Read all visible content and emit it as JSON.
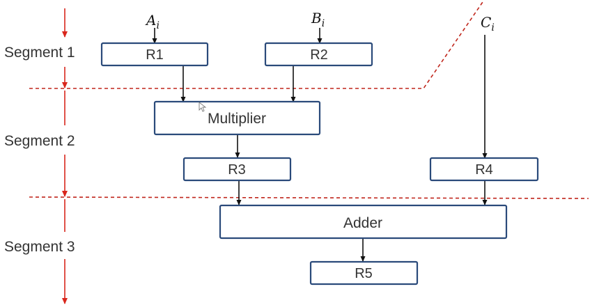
{
  "segments": {
    "s1": "Segment 1",
    "s2": "Segment 2",
    "s3": "Segment 3"
  },
  "inputs": {
    "a": {
      "letter": "A",
      "sub": "i"
    },
    "b": {
      "letter": "B",
      "sub": "i"
    },
    "c": {
      "letter": "C",
      "sub": "i"
    }
  },
  "boxes": {
    "r1": "R1",
    "r2": "R2",
    "multiplier": "Multiplier",
    "r3": "R3",
    "r4": "R4",
    "adder": "Adder",
    "r5": "R5"
  },
  "colors": {
    "box_border": "#2a4a7a",
    "segment_arrow": "#d9261c",
    "segment_divider": "#c0261c",
    "wire": "#111111"
  }
}
